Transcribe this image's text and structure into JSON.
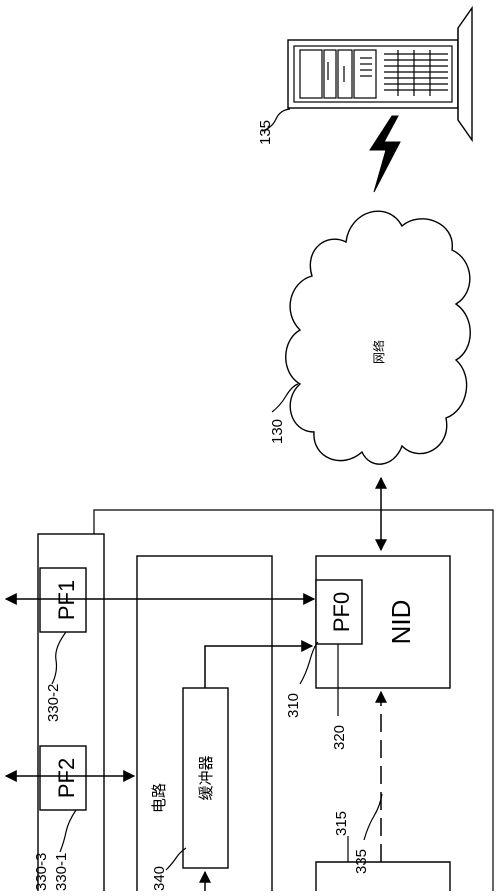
{
  "labels": {
    "server": "135",
    "network_ref": "130",
    "network_text": "网络",
    "nid": "NID",
    "pf0": "PF0",
    "pf1": "PF1",
    "pf2": "PF2",
    "circuit": "电路",
    "buffer": "缓冲器",
    "ref_310": "310",
    "ref_320": "320",
    "ref_315": "315",
    "ref_335": "335",
    "ref_330_2": "330-2",
    "ref_330_3": "330-3",
    "ref_330_1": "330-1",
    "ref_340": "340"
  }
}
